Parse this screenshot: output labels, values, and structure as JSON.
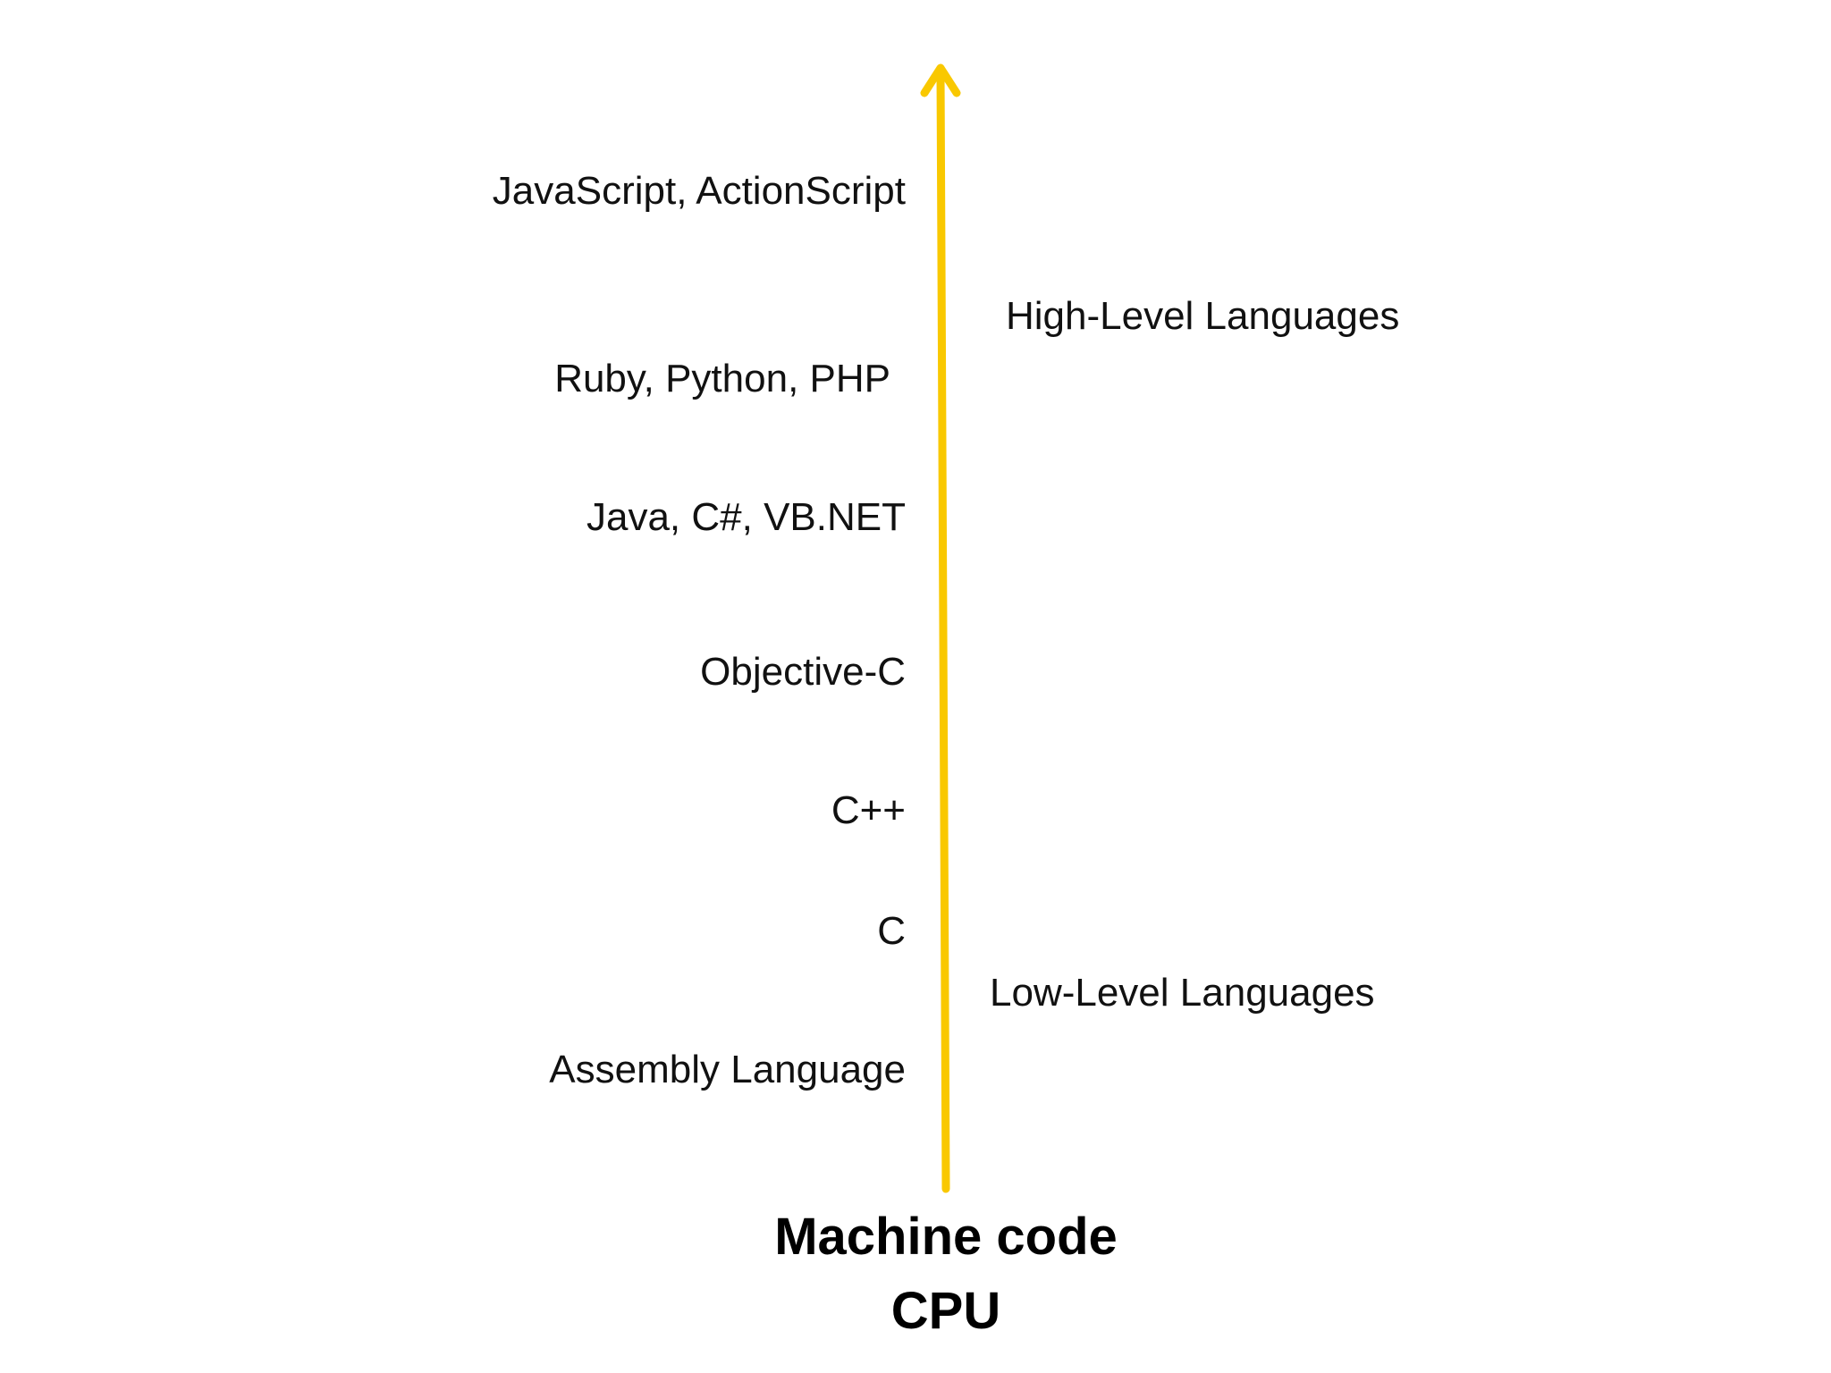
{
  "languages": [
    "JavaScript, ActionScript",
    "Ruby, Python, PHP",
    "Java, C#, VB.NET",
    "Objective-C",
    "C++",
    "C",
    "Assembly Language"
  ],
  "levels": {
    "high": "High-Level Languages",
    "low": "Low-Level Languages"
  },
  "bottom": {
    "line1": "Machine code",
    "line2": "CPU"
  },
  "colors": {
    "arrow": "#F9C800",
    "text": "#111111"
  }
}
